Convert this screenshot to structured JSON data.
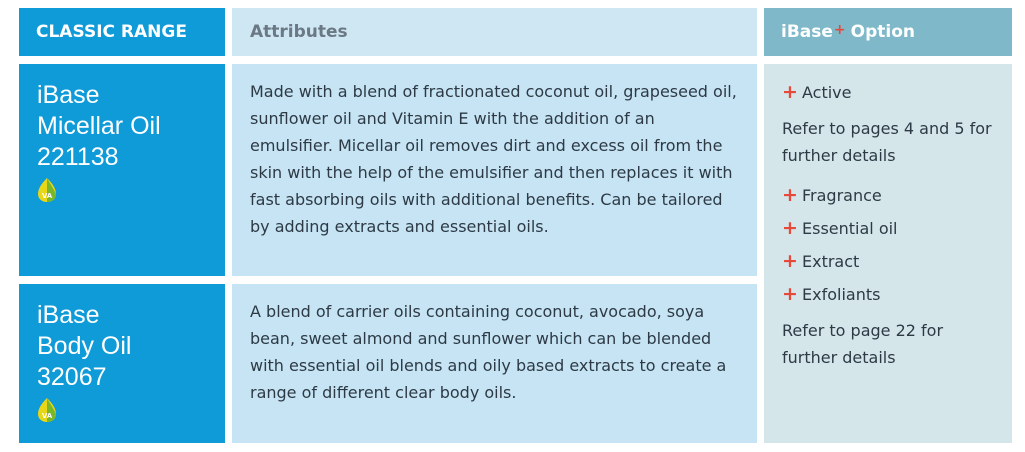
{
  "header": {
    "classic": "CLASSIC RANGE",
    "attributes": "Attributes",
    "option_prefix": "iBase",
    "option_plus": "+",
    "option_suffix": "Option"
  },
  "rows": [
    {
      "name_line1": "iBase",
      "name_line2": "Micellar Oil",
      "code": "221138",
      "badge": "VA",
      "attributes": "Made with a blend of fractionated coconut oil, grapeseed oil, sunflower oil and Vitamin E with the addition of an emulsifier. Micellar oil removes dirt and excess oil from the skin with the help of the emulsifier and then replaces it with fast absorbing oils with additional benefits. Can be tailored by adding extracts and essential oils."
    },
    {
      "name_line1": "iBase",
      "name_line2": "Body Oil",
      "code": "32067",
      "badge": "VA",
      "attributes": "A blend of carrier oils containing coconut, avocado, soya bean, sweet almond and sunflower which can be blended with essential oil blends and oily based extracts to create a range of different clear body oils."
    }
  ],
  "options": {
    "plus": "+",
    "first": "Active",
    "note1": "Refer to pages 4 and 5 for further details",
    "items": [
      "Fragrance",
      "Essential oil",
      "Extract",
      "Exfoliants"
    ],
    "note2": "Refer to page 22 for further details"
  },
  "colors": {
    "classic_blue": "#0f9ad8",
    "attr_bg": "#c6e4f4",
    "option_header": "#7fb9c9",
    "option_bg": "#d4e6ea",
    "plus_red": "#e8483a",
    "leaf_yellow": "#e8d619",
    "leaf_green": "#7ab829"
  }
}
